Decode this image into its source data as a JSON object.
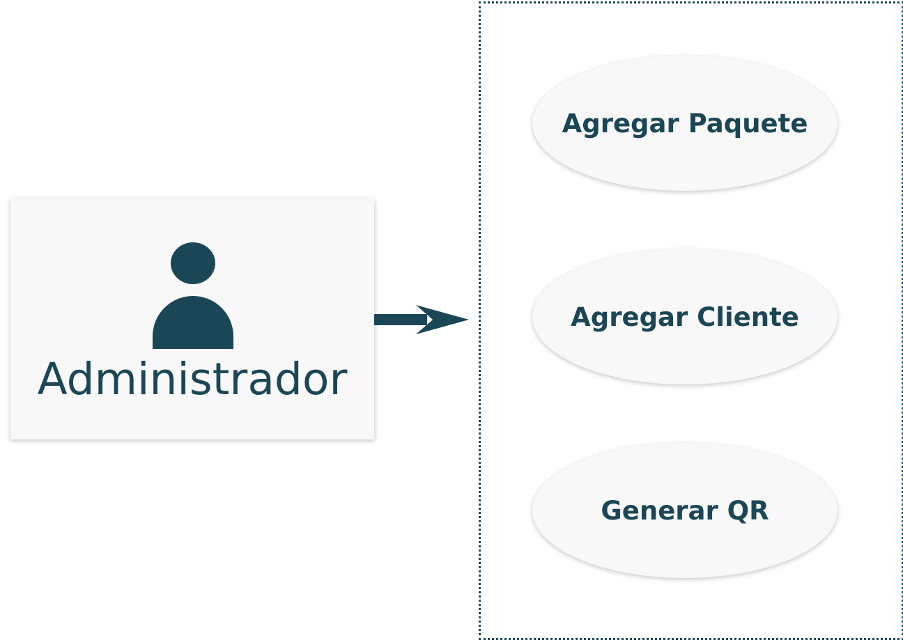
{
  "colors": {
    "primary": "#1b4655",
    "box_fill": "#f8f8f8",
    "background": "#ffffff"
  },
  "actor": {
    "icon": "user-icon",
    "label": "Administrador"
  },
  "association": {
    "icon": "arrow-right-icon"
  },
  "use_cases": [
    {
      "label": "Agregar Paquete"
    },
    {
      "label": "Agregar Cliente"
    },
    {
      "label": "Generar QR"
    }
  ]
}
